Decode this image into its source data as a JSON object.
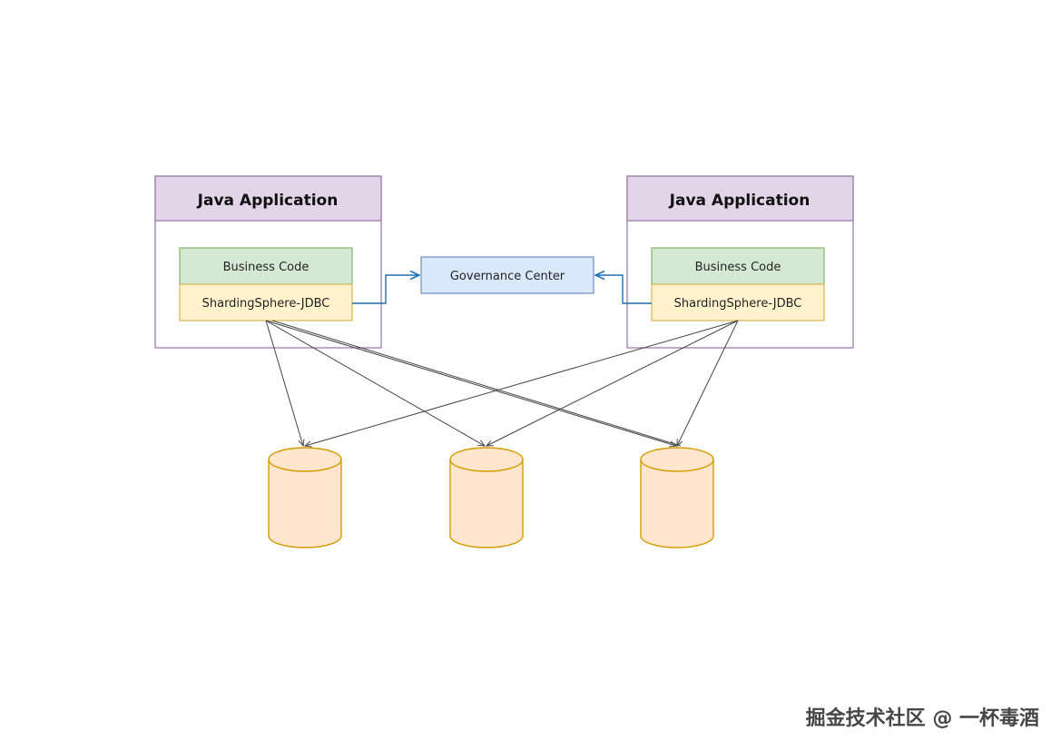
{
  "applications": [
    {
      "title": "Java Application",
      "business_code_label": "Business Code",
      "jdbc_label": "ShardingSphere-JDBC"
    },
    {
      "title": "Java Application",
      "business_code_label": "Business Code",
      "jdbc_label": "ShardingSphere-JDBC"
    }
  ],
  "governance_center": {
    "label": "Governance Center"
  },
  "databases": [
    {
      "id": "db-1"
    },
    {
      "id": "db-2"
    },
    {
      "id": "db-3"
    }
  ],
  "watermark": {
    "text": "掘金技术社区 @ 一杯毒酒"
  },
  "colors": {
    "app_header_fill": "#e1d5e7",
    "app_border": "#9673a6",
    "business_fill": "#d5e8d4",
    "business_border": "#82b366",
    "jdbc_fill": "#fff2cc",
    "jdbc_border": "#d6b656",
    "governance_fill": "#dae8fc",
    "governance_border": "#6c8ebf",
    "db_fill": "#ffe6cc",
    "db_border": "#d79b00",
    "connector_blue": "#1f6fb2",
    "connector_gray": "#444444"
  }
}
